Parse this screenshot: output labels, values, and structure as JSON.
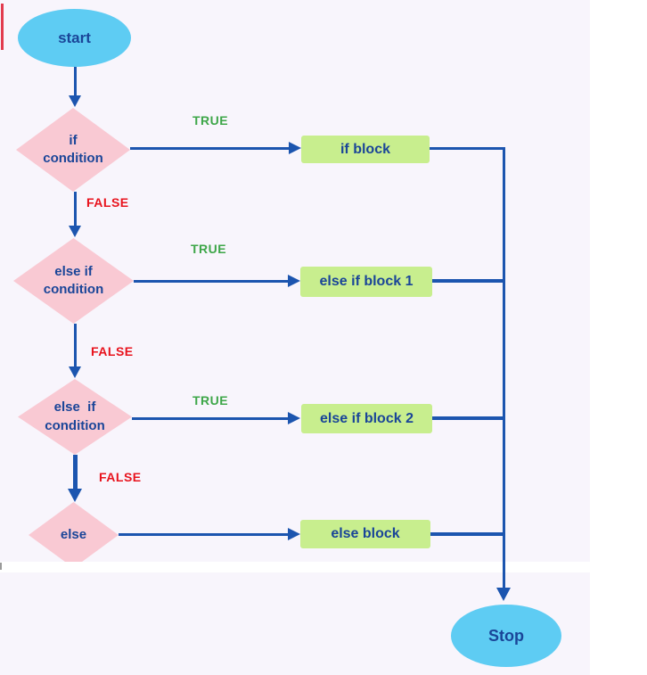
{
  "diagram": {
    "title": "if / else-if / else flowchart",
    "type": "flowchart"
  },
  "nodes": {
    "start": {
      "label": "start",
      "shape": "ellipse"
    },
    "decision_if": {
      "line1": "if",
      "line2": "condition",
      "shape": "diamond"
    },
    "decision_elseif1": {
      "line1": "else if",
      "line2": "condition",
      "shape": "diamond"
    },
    "decision_elseif2": {
      "line1": "else  if",
      "line2": "condition",
      "shape": "diamond"
    },
    "decision_else": {
      "label": "else",
      "shape": "diamond"
    },
    "if_block": {
      "label": "if block",
      "shape": "rect"
    },
    "elseif_block1": {
      "label": "else if block 1",
      "shape": "rect"
    },
    "elseif_block2": {
      "label": "else if block 2",
      "shape": "rect"
    },
    "else_block": {
      "label": "else block",
      "shape": "rect"
    },
    "stop": {
      "label": "Stop",
      "shape": "ellipse"
    }
  },
  "edge_labels": {
    "true1": "TRUE",
    "false1": "FALSE",
    "true2": "TRUE",
    "false2": "FALSE",
    "true3": "TRUE",
    "false3": "FALSE"
  },
  "colors": {
    "bg": "#f8f5fc",
    "node-blue": "#5eccf3",
    "pink": "#f9c9d3",
    "green-block": "#c8ee8e",
    "line": "#1c55af",
    "navy": "#1a4598",
    "true-green": "#3ea649",
    "false-red": "#e8131d",
    "red-tick": "#e23b4e"
  }
}
